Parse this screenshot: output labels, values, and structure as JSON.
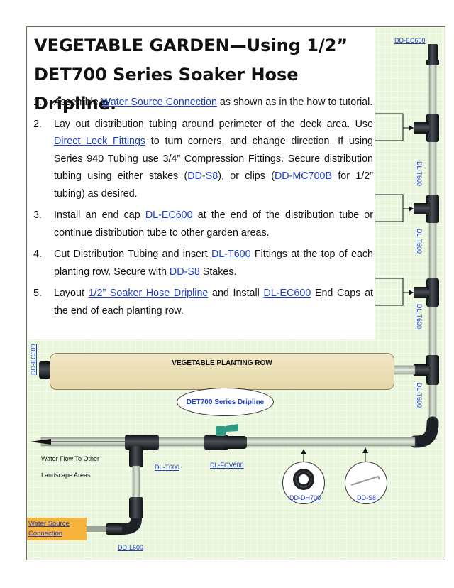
{
  "title_line1": "VEGETABLE GARDEN—Using 1/2”",
  "title_line2": "DET700 Series Soaker Hose Dripline.",
  "steps": [
    {
      "num": "1.",
      "t1": "Assemble ",
      "link1": "Water Source Connection",
      "t2": " as shown as in the how to  tutorial."
    },
    {
      "num": "2.",
      "t1": "Lay out distribution tubing around perimeter of the deck area.  Use ",
      "link1": "Direct Lock Fittings",
      "t2": " to turn corners, and change direction.  If using Series 940 Tubing use 3/4” Compression Fittings.  Secure distribution tubing using either stakes (",
      "link2": "DD-S8",
      "t3": "), or clips (",
      "link3": "DD-MC700B",
      "t4": " for 1/2” tubing) as desired."
    },
    {
      "num": "3.",
      "t1": "Install an end cap ",
      "link1": "DL-EC600",
      "t2": " at the end of the distribution tube or continue distribution tube to other garden areas."
    },
    {
      "num": "4.",
      "t1": "Cut Distribution Tubing and insert ",
      "link1": "DL-T600",
      "t2": " Fittings at the top of each planting row.  Secure with ",
      "link2": "DD-S8",
      "t3": " Stakes."
    },
    {
      "num": "5.",
      "t1": "Layout ",
      "link1": "1/2” Soaker Hose Dripline",
      "t2": " and Install ",
      "link2": "DL-EC600",
      "t3": " End Caps at the end of each planting row."
    }
  ],
  "labels": {
    "dd_ec600_top": "DD-EC600",
    "dl_t600_1": "DL-T600",
    "dl_t600_2": "DL-T600",
    "dl_t600_3": "DL-T600",
    "dl_t600_4": "DL-T600",
    "dd_ec600_left": "DD-EC600",
    "dl_t600_bottom": "DL-T600",
    "dl_fcv600": "DL-FCV600",
    "dd_dh700": "DD-DH700",
    "dd_s8": "DD-S8",
    "dd_l600": "DD-L600"
  },
  "planting_row": "VEGETABLE PLANTING ROW",
  "dripline_label": "DET700 Series Dripline",
  "water_flow_line1": "Water Flow To Other",
  "water_flow_line2": "Landscape Areas",
  "water_source_line1": "Water Source",
  "water_source_line2": "Connection",
  "colors": {
    "sheet_bg": "#e9f6db",
    "link": "#1f3fbf",
    "fitting": "#1e2226",
    "valve_handle": "#2e9a84",
    "tube": "#cfd6c8",
    "row_fill": "#ecdfb5",
    "water_source_bg": "#f6b43c"
  }
}
